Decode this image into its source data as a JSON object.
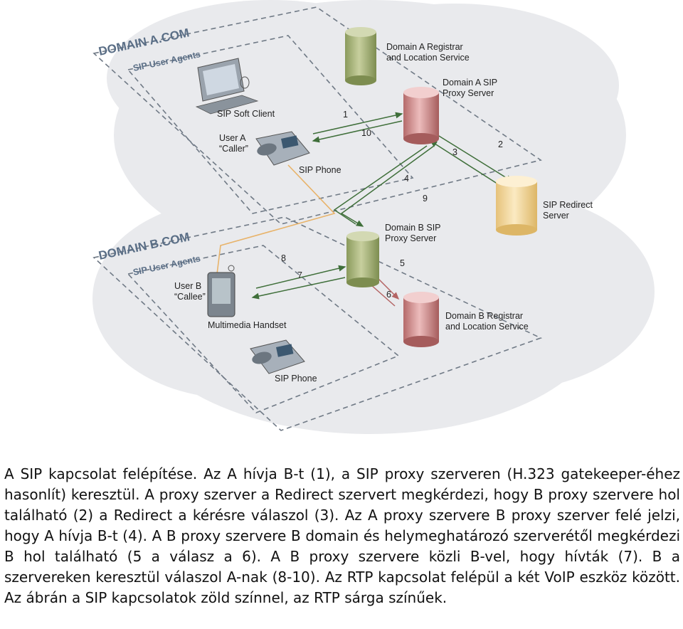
{
  "domains": {
    "a": {
      "title": "DOMAIN A.COM",
      "user_agents": "SIP User Agents"
    },
    "b": {
      "title": "DOMAIN B.COM",
      "user_agents": "SIP User Agents"
    }
  },
  "labels": {
    "sip_soft_client": "SIP Soft Client",
    "user_a_line1": "User A",
    "user_a_line2": "“Caller”",
    "sip_phone_a": "SIP Phone",
    "registrar_a_line1": "Domain A Registrar",
    "registrar_a_line2": "and Location Service",
    "proxy_a_line1": "Domain A SIP",
    "proxy_a_line2": "Proxy Server",
    "redirect_line1": "SIP Redirect",
    "redirect_line2": "Server",
    "proxy_b_line1": "Domain B SIP",
    "proxy_b_line2": "Proxy Server",
    "user_b_line1": "User B",
    "user_b_line2": "“Callee”",
    "handset": "Multimedia Handset",
    "sip_phone_b": "SIP Phone",
    "registrar_b_line1": "Domain B Registrar",
    "registrar_b_line2": "and Location Service"
  },
  "steps": [
    "1",
    "2",
    "3",
    "4",
    "5",
    "6",
    "7",
    "8",
    "9",
    "10"
  ],
  "colors": {
    "sip_line": "#3f6f3a",
    "rtp_line": "#e8b36a",
    "domain_text": "#5a6e86",
    "cloud": "#e6e7ea"
  },
  "caption": "A SIP kapcsolat felépítése. Az A hívja B-t (1), a SIP proxy szerveren (H.323 gatekeeper-éhez hasonlít) keresztül. A proxy szerver a Redirect szervert megkérdezi, hogy B proxy szervere hol található (2) a Redirect a kérésre válaszol (3). Az A proxy szervere B proxy szerver felé jelzi, hogy A hívja B-t (4). A B proxy szervere B domain és helymeghatározó szerverétől megkérdezi B hol található (5 a válasz a 6). A B proxy szervere közli B-vel, hogy hívták (7). B a szervereken keresztül válaszol A-nak (8-10). Az RTP kapcsolat felépül a két VoIP eszköz között. Az ábrán a SIP kapcsolatok zöld színnel, az RTP sárga színűek."
}
